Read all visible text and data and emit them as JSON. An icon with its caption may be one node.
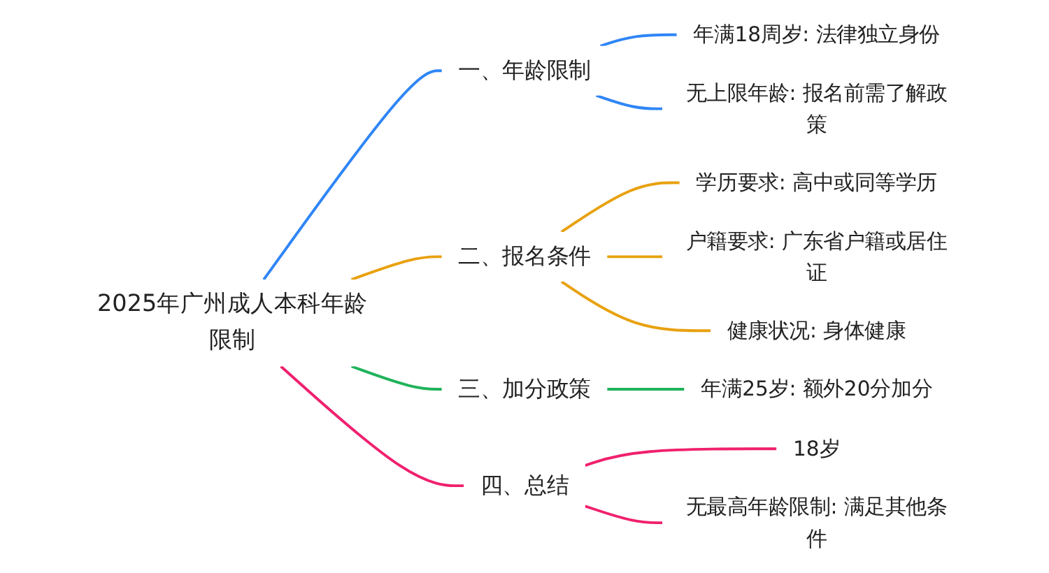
{
  "diagram": {
    "nodes": [
      {
        "text": [
          "2025年广州成人本科年龄限制"
        ]
      },
      {
        "text": [
          "一、年龄限制"
        ]
      },
      {
        "text": [
          "年满18周岁: 法律独立身份"
        ]
      },
      {
        "text": [
          "无上限年龄: 报名前需了解政策"
        ]
      },
      {
        "text": [
          "二、报名条件"
        ]
      },
      {
        "text": [
          "学历要求: 高中或同等学历"
        ]
      },
      {
        "text": [
          "户籍要求: 广东省户籍或居住证"
        ]
      },
      {
        "text": [
          "健康状况: 身体健康"
        ]
      },
      {
        "text": [
          "三、加分政策"
        ]
      },
      {
        "text": [
          "年满25岁: 额外20分加分"
        ]
      },
      {
        "text": [
          "四、总结"
        ]
      },
      {
        "text": [
          "18岁"
        ]
      },
      {
        "text": [
          "无最高年龄限制: 满足其他条件"
        ]
      }
    ],
    "edges": [
      {
        "from": 0,
        "to": 1,
        "arrow": "none",
        "color": "#2f86f6"
      },
      {
        "from": 1,
        "to": 2,
        "arrow": "none",
        "color": "#2f86f6"
      },
      {
        "from": 1,
        "to": 3,
        "arrow": "none",
        "color": "#2f86f6"
      },
      {
        "from": 0,
        "to": 4,
        "arrow": "none"
      },
      {
        "from": 4,
        "to": 5,
        "arrow": "none"
      },
      {
        "from": 4,
        "to": 6,
        "arrow": "none"
      },
      {
        "from": 4,
        "to": 7,
        "arrow": "none"
      },
      {
        "from": 0,
        "to": 8,
        "arrow": "none",
        "color": "#1fb35a"
      },
      {
        "from": 8,
        "to": 9,
        "arrow": "none",
        "color": "#1fb35a"
      },
      {
        "from": 0,
        "to": 10,
        "arrow": "none",
        "color": "#f0206e"
      },
      {
        "from": 10,
        "to": 11,
        "arrow": "none",
        "color": "#f0206e"
      },
      {
        "from": 10,
        "to": 12,
        "arrow": "none",
        "color": "#f0206e"
      }
    ]
  }
}
